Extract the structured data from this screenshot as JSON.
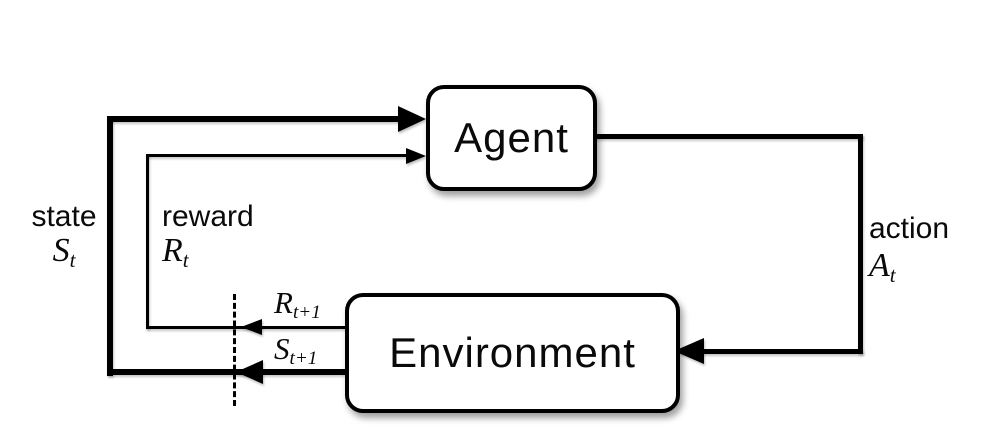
{
  "diagram": {
    "title_semantic": "agent-environment interaction loop",
    "agent_label": "Agent",
    "environment_label": "Environment",
    "state": {
      "word": "state",
      "symbol_base": "S",
      "symbol_sub": "t"
    },
    "reward": {
      "word": "reward",
      "symbol_base": "R",
      "symbol_sub": "t"
    },
    "action": {
      "word": "action",
      "symbol_base": "A",
      "symbol_sub": "t"
    },
    "next_reward": {
      "symbol_base": "R",
      "symbol_sub": "t+1"
    },
    "next_state": {
      "symbol_base": "S",
      "symbol_sub": "t+1"
    },
    "colors": {
      "line": "#000000",
      "box_border": "#000000",
      "box_fill": "#ffffff",
      "background": "#ffffff",
      "text": "#0a0a0a"
    }
  }
}
